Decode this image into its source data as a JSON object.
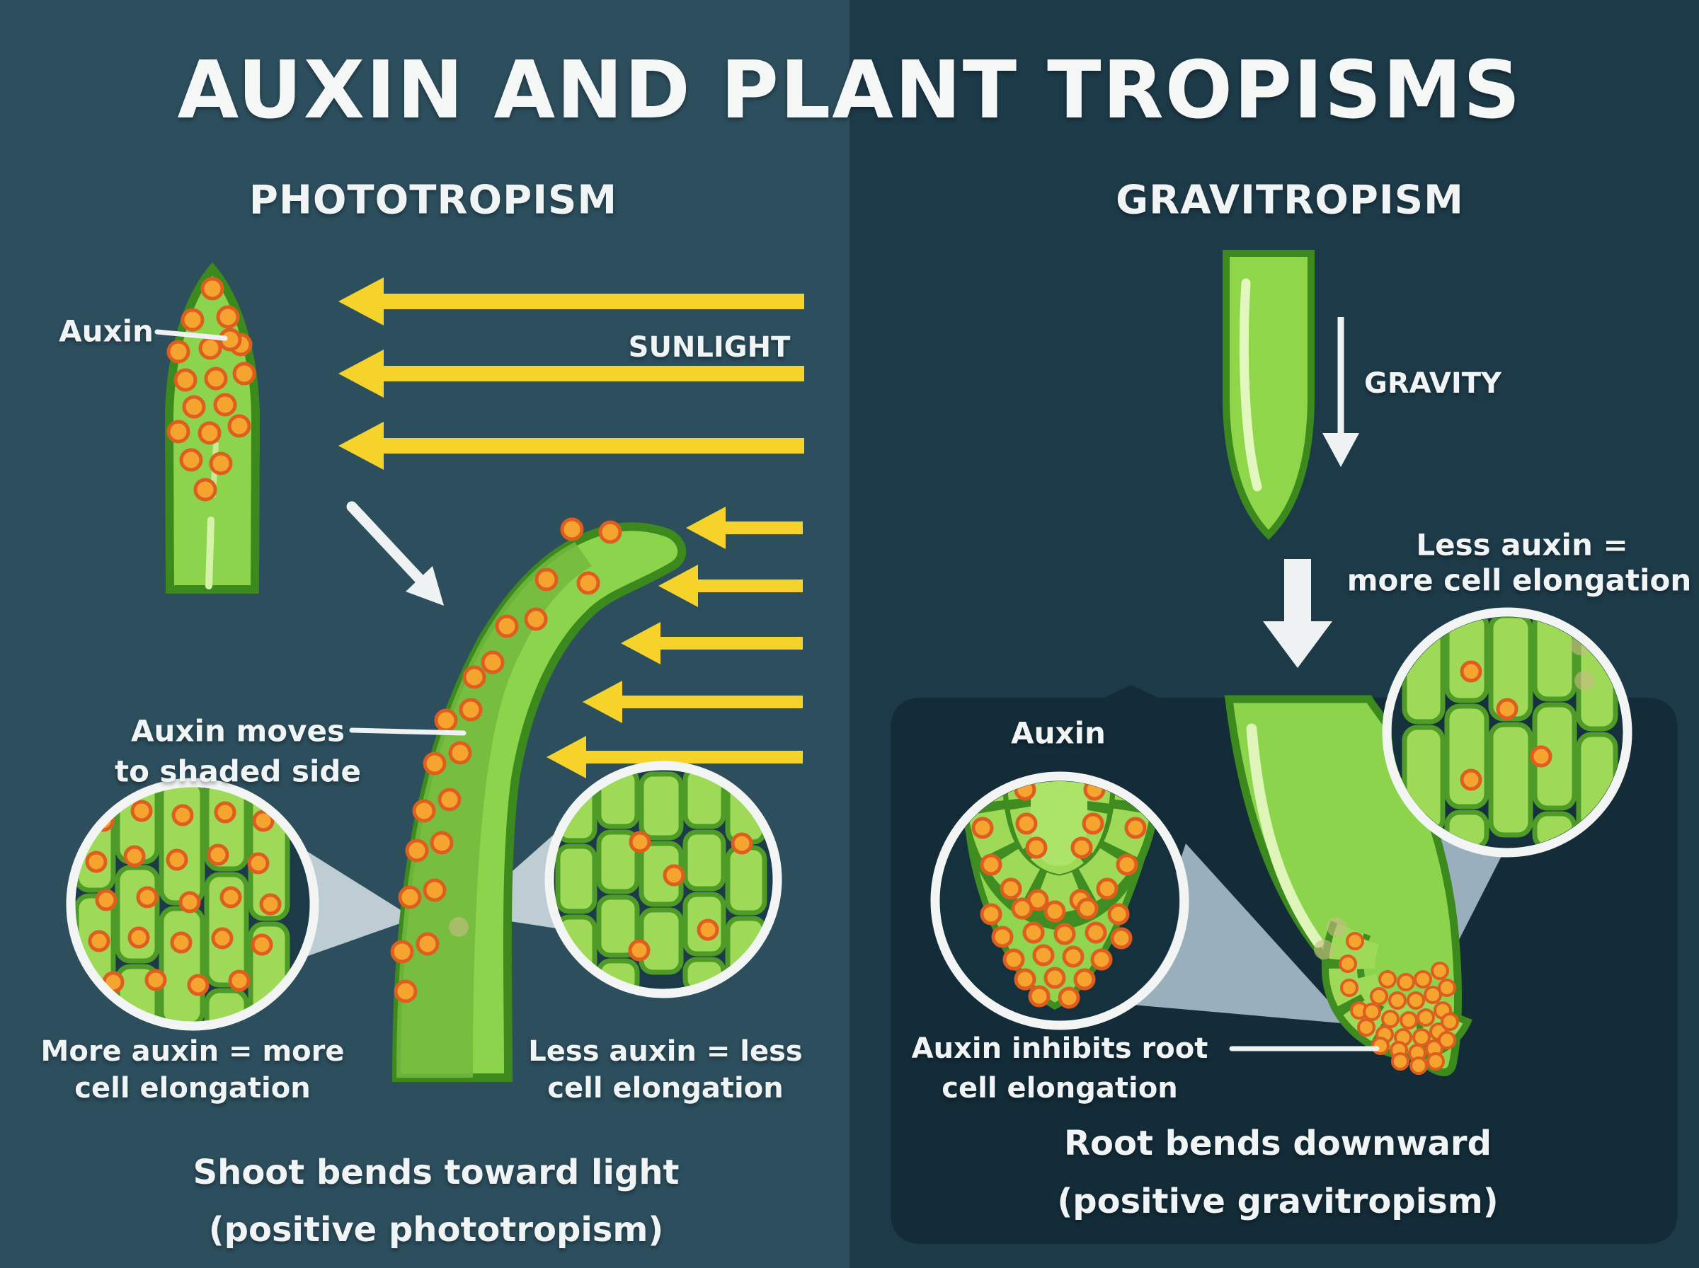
{
  "title": "AUXIN AND PLANT TROPISMS",
  "left": {
    "heading": "PHOTOTROPISM",
    "auxin_label": "Auxin",
    "sunlight_label": "SUNLIGHT",
    "moves": [
      "Auxin moves",
      "to shaded side"
    ],
    "more": [
      "More auxin = more",
      "cell elongation"
    ],
    "less": [
      "Less auxin = less",
      "cell elongation"
    ],
    "caption": [
      "Shoot bends toward light",
      "(positive phototropism)"
    ]
  },
  "right": {
    "heading": "GRAVITROPISM",
    "gravity_label": "GRAVITY",
    "less": [
      "Less auxin =",
      "more cell elongation"
    ],
    "auxin_label": "Auxin",
    "inhibits": [
      "Auxin inhibits root",
      "cell elongation"
    ],
    "caption": [
      "Root bends downward",
      "(positive gravitropism)"
    ]
  },
  "colors": {
    "bg_left": "#2c4e5d",
    "bg_right": "#1d3a48",
    "soil_box": "#132c38",
    "plant_green": "#8dd44d",
    "plant_outline": "#3c8a1e",
    "auxin_orange": "#f4a42f",
    "auxin_ring": "#dd5e1e",
    "sunlight_yellow": "#f6d32b",
    "text_white": "#f0f4f5"
  }
}
